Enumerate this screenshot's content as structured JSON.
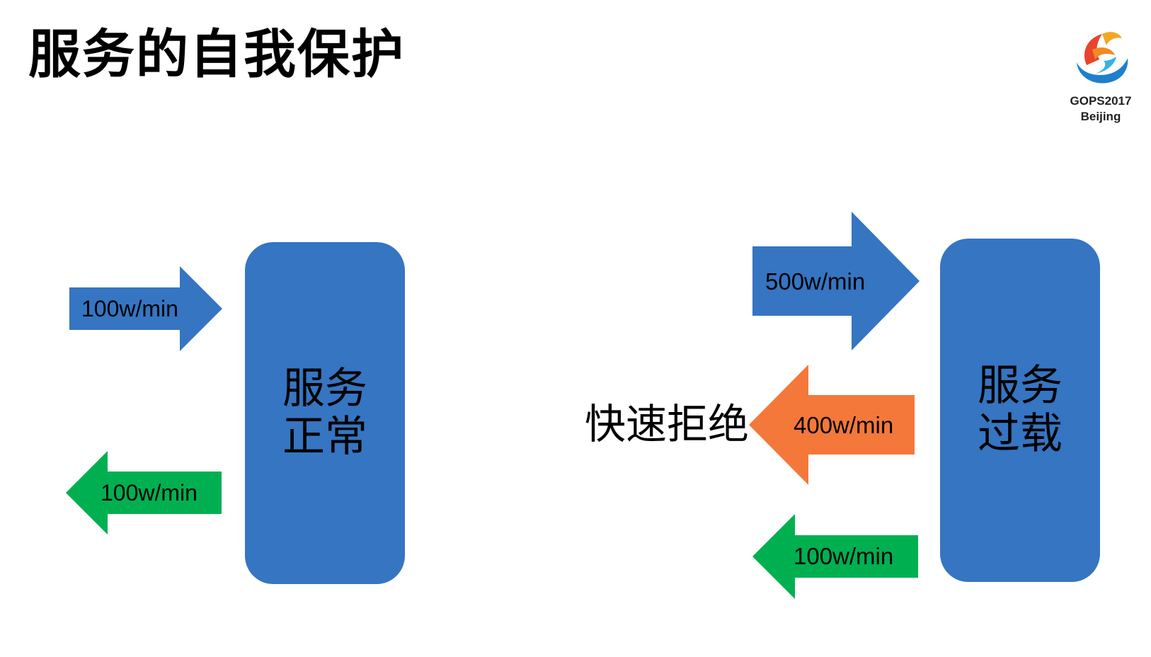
{
  "title": "服务的自我保护",
  "logo": {
    "line1": "GOPS2017",
    "line2": "Beijing"
  },
  "normal_scenario": {
    "service_label": "服务正常",
    "incoming": {
      "label": "100w/min",
      "color": "#3575c2"
    },
    "outgoing": {
      "label": "100w/min",
      "color": "#00b050"
    }
  },
  "overload_scenario": {
    "service_label": "服务过载",
    "incoming": {
      "label": "500w/min",
      "color": "#3575c2"
    },
    "rejected": {
      "label": "400w/min",
      "color": "#f4783a"
    },
    "outgoing": {
      "label": "100w/min",
      "color": "#00b050"
    },
    "reject_text": "快速拒绝"
  }
}
